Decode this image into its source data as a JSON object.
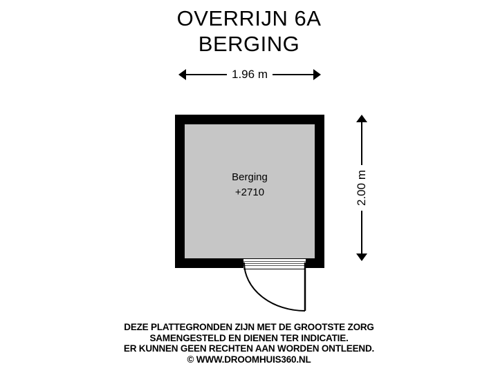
{
  "title": {
    "line1": "OVERRIJN 6A",
    "line2": "BERGING"
  },
  "dimensions": {
    "width_label": "1.96 m",
    "height_label": "2.00 m"
  },
  "room": {
    "name": "Berging",
    "level": "+2710"
  },
  "footer": {
    "line1": "DEZE PLATTEGRONDEN ZIJN MET DE GROOTSTE ZORG",
    "line2": "SAMENGESTELD EN DIENEN TER INDICATIE.",
    "line3": "ER KUNNEN GEEN RECHTEN AAN WORDEN ONTLEEND.",
    "line4": "© WWW.DROOMHUIS360.NL"
  },
  "colors": {
    "wall": "#000000",
    "room_fill": "#c6c6c6",
    "background": "#ffffff",
    "text": "#000000"
  },
  "chart_data": {
    "type": "floorplan",
    "title": "OVERRIJN 6A BERGING",
    "rooms": [
      {
        "name": "Berging",
        "level": "+2710",
        "width_m": 1.96,
        "height_m": 2.0
      }
    ],
    "annotations": [
      "1.96 m",
      "2.00 m"
    ]
  }
}
